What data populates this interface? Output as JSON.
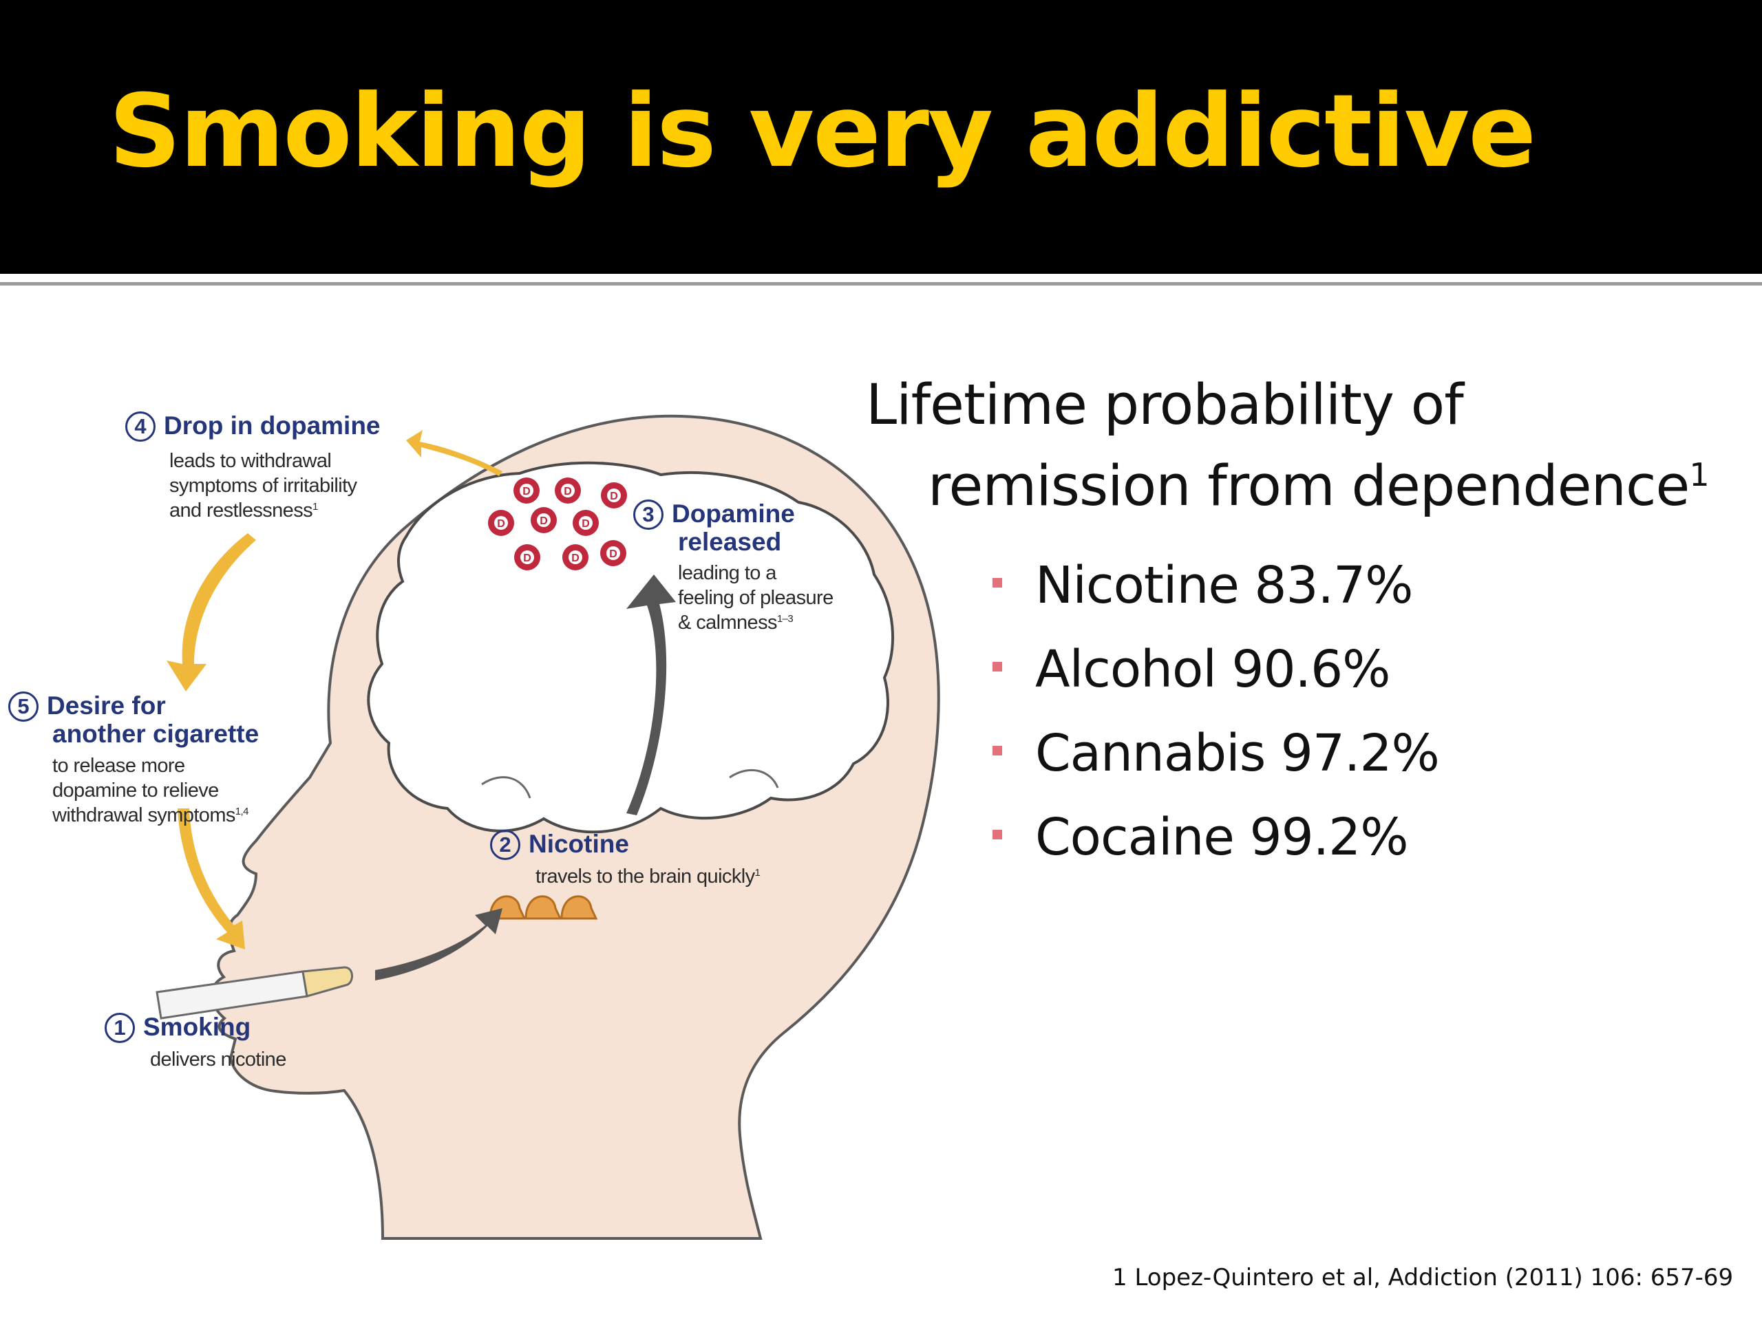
{
  "title": "Smoking is very addictive",
  "diagram": {
    "steps": [
      {
        "num": "1",
        "title": "Smoking",
        "body": [
          "delivers nicotine"
        ],
        "sup": ""
      },
      {
        "num": "2",
        "title": "Nicotine",
        "body": [
          "travels to the brain quickly"
        ],
        "sup": "1"
      },
      {
        "num": "3",
        "title_lines": [
          "Dopamine",
          "released"
        ],
        "body": [
          "leading to a",
          "feeling of pleasure",
          "& calmness"
        ],
        "sup": "1–3"
      },
      {
        "num": "4",
        "title": "Drop in dopamine",
        "body": [
          "leads to withdrawal",
          "symptoms of irritability",
          "and restlessness"
        ],
        "sup": "1"
      },
      {
        "num": "5",
        "title_lines": [
          "Desire for",
          "another cigarette"
        ],
        "body": [
          "to release more",
          "dopamine to relieve",
          "withdrawal symptoms"
        ],
        "sup": "1,4"
      }
    ],
    "dopamine_label": "D"
  },
  "headline": {
    "line1": "Lifetime probability of",
    "line2": "remission from dependence",
    "sup": "1"
  },
  "bullets": [
    "Nicotine 83.7%",
    "Alcohol 90.6%",
    "Cannabis 97.2%",
    "Cocaine 99.2%"
  ],
  "citation": "1 Lopez-Quintero et al, Addiction (2011) 106: 657-69",
  "colors": {
    "title_text": "#ffcc00",
    "title_bar": "#000000",
    "step_heading": "#24357a",
    "head_skin": "#f7e3d6",
    "head_outline": "#5a5a5a",
    "cycle_arrow": "#efb83a",
    "process_arrow": "#555555",
    "dopamine": "#c0283e",
    "nicotine": "#e8a14a",
    "bullet": "#e3707a"
  }
}
